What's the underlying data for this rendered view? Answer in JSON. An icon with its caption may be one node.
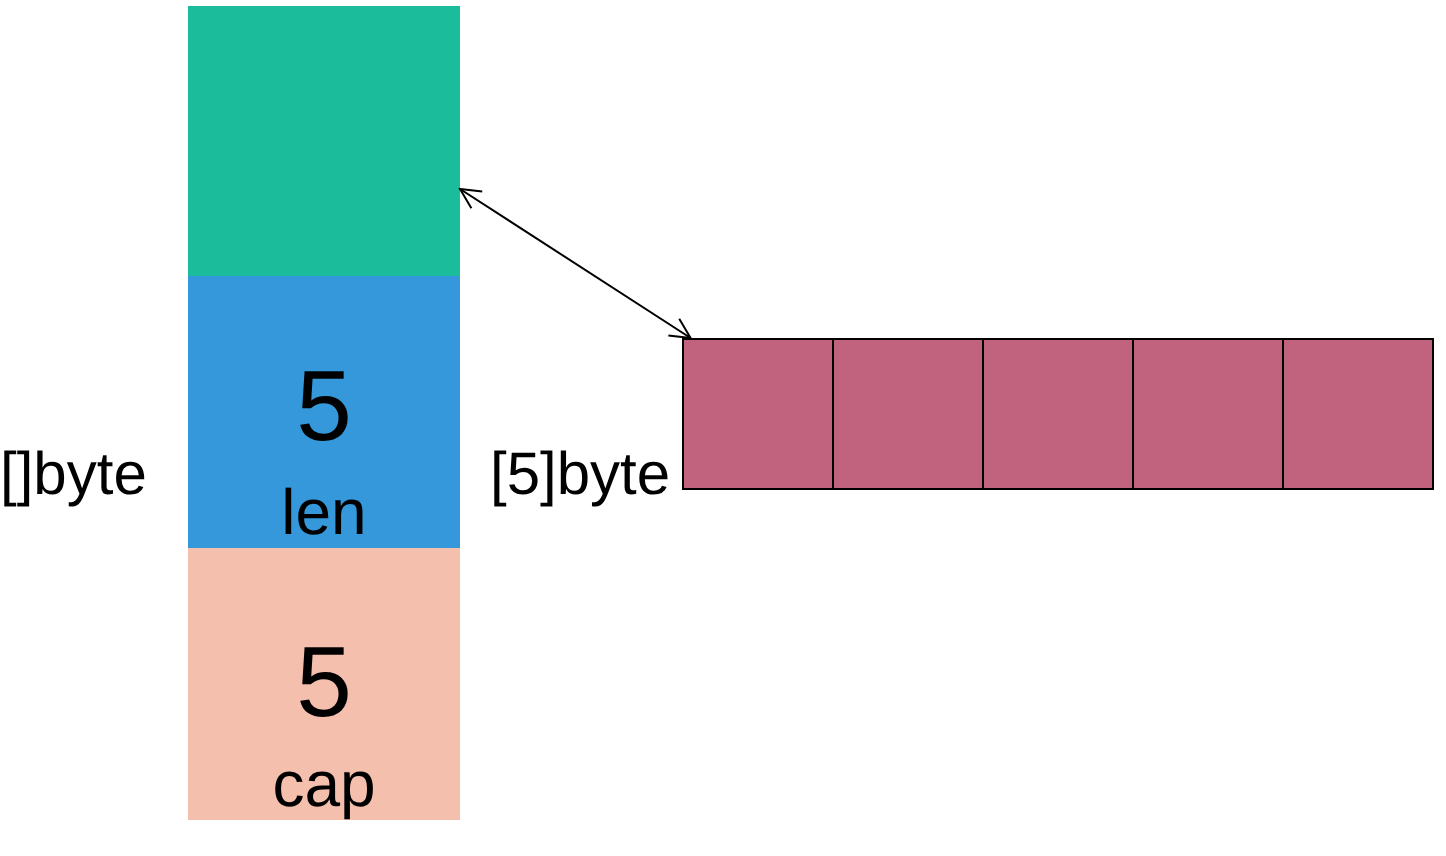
{
  "diagram": {
    "nodes": [
      {
        "text": [],
        "shape": "box"
      },
      {
        "text": [
          "5",
          "len"
        ]
      },
      {
        "text": [
          "5",
          "cap"
        ]
      },
      {
        "text": [],
        "shape": "box"
      },
      {
        "text": [],
        "shape": "box"
      },
      {
        "text": [],
        "shape": "box"
      },
      {
        "text": [],
        "shape": "box"
      },
      {
        "text": [],
        "shape": "box"
      }
    ],
    "edges": [
      {
        "from": 0,
        "to": 3,
        "arrow": "both"
      }
    ],
    "labels": [
      "[]byte",
      "[5]byte"
    ]
  }
}
